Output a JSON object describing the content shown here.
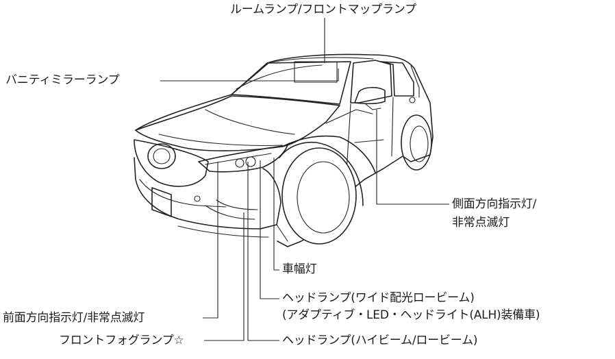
{
  "labels": {
    "room_map_lamp": "ルームランプ/フロントマップランプ",
    "vanity_mirror_lamp": "バニティミラーランプ",
    "side_turn_signal_line1": "側面方向指示灯/",
    "side_turn_signal_line2": "非常点滅灯",
    "vehicle_width_lamp": "車幅灯",
    "headlamp_wide_line1": "ヘッドランプ(ワイド配光ロービーム)",
    "headlamp_wide_line2": "(アダプティブ・LED・ヘッドライト(ALH)装備車)",
    "front_turn_signal": "前面方向指示灯/非常点滅灯",
    "front_fog_lamp": "フロントフォグランプ☆",
    "headlamp_high_low": "ヘッドランプ(ハイビーム/ロービーム)"
  }
}
